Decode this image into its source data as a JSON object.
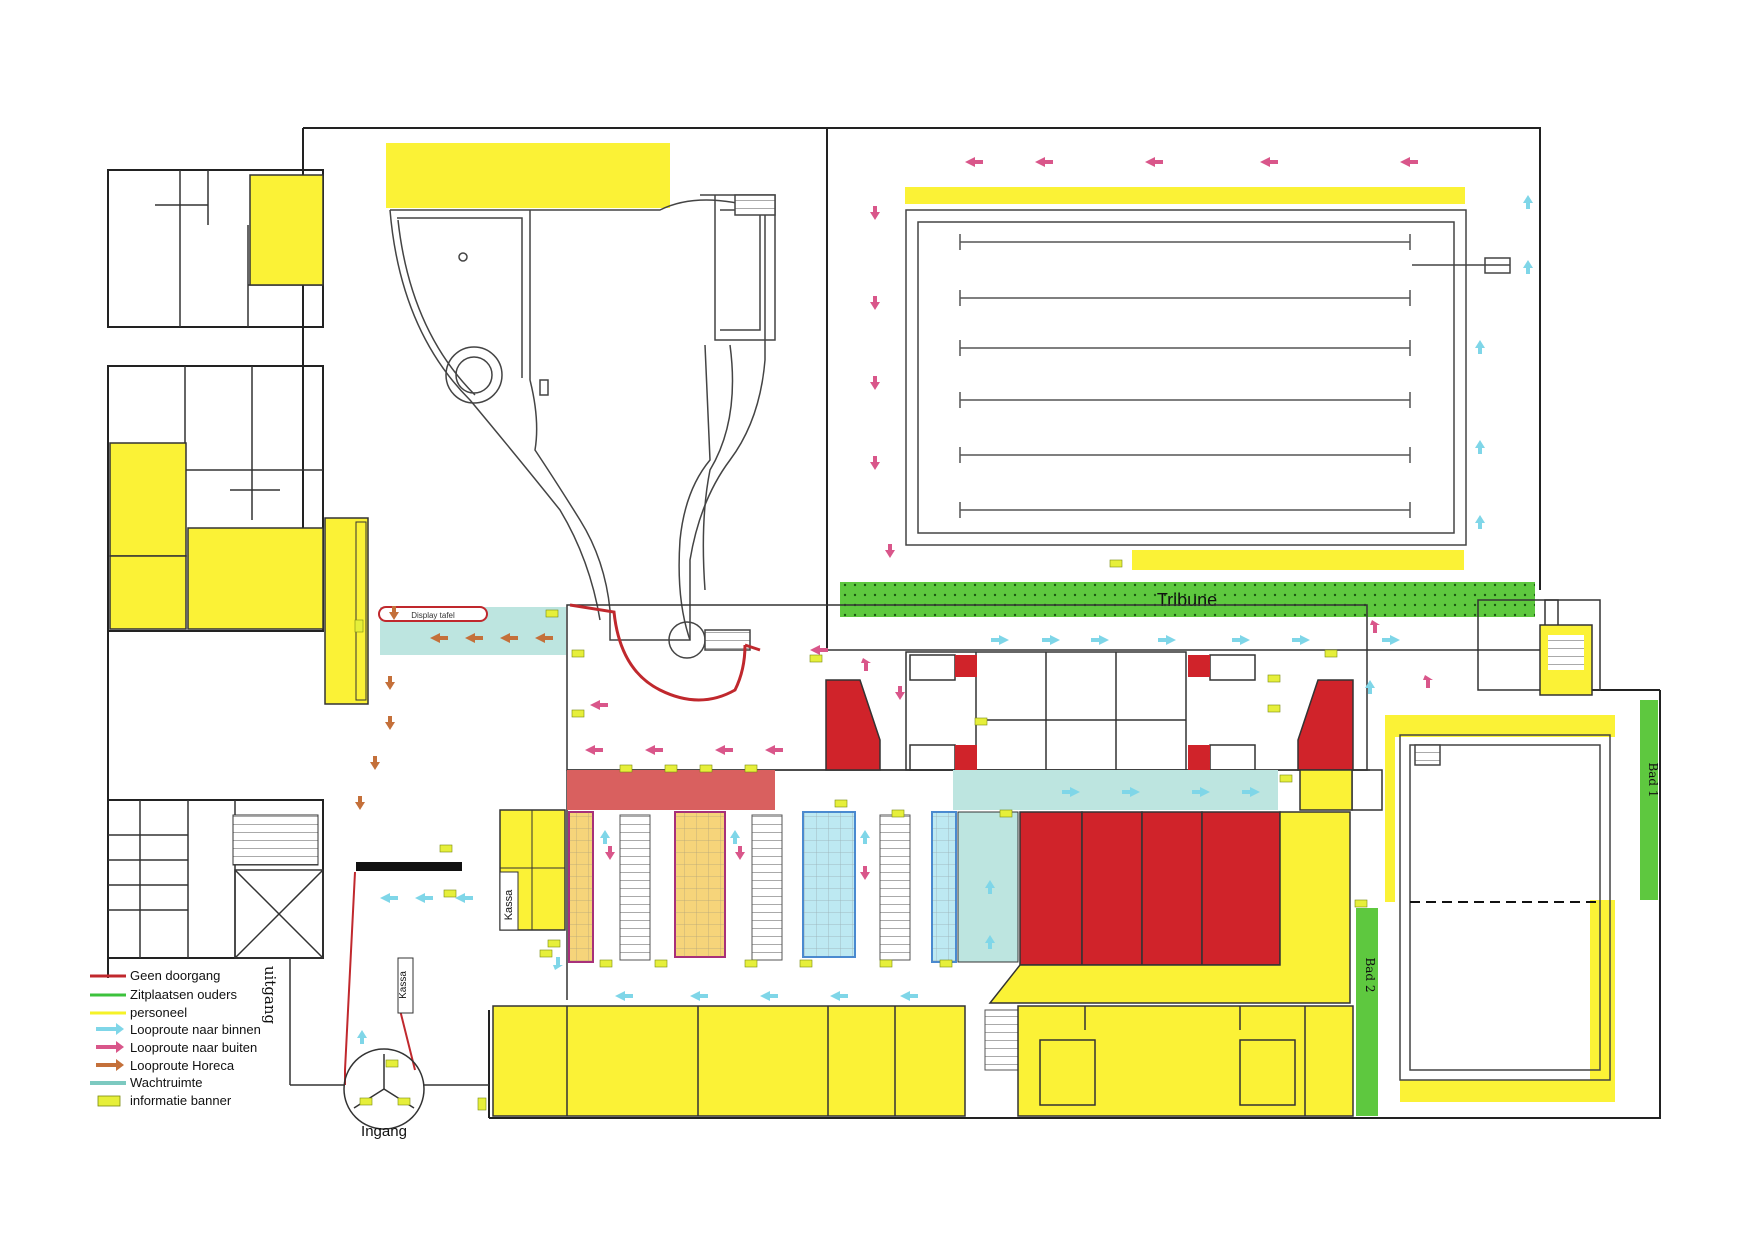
{
  "labels": {
    "display_table": "Display tafel",
    "tribune": "Tribune",
    "kassa_left": "Kassa",
    "kassa_right": "Kassa",
    "uitgang": "uitgang",
    "ingang": "Ingang",
    "bad1": "Bad 1",
    "bad2": "Bad 2"
  },
  "legend": {
    "items": [
      {
        "label": "Geen doorgang",
        "symbol": "line",
        "color": "#c0282d"
      },
      {
        "label": "Zitplaatsen ouders",
        "symbol": "line",
        "color": "#3cc23c"
      },
      {
        "label": "personeel",
        "symbol": "line",
        "color": "#f5f227"
      },
      {
        "label": "Looproute naar binnen",
        "symbol": "arrow",
        "color": "#7fd6e8"
      },
      {
        "label": "Looproute naar buiten",
        "symbol": "arrow",
        "color": "#d9568a"
      },
      {
        "label": "Looproute Horeca",
        "symbol": "arrow",
        "color": "#c4703a"
      },
      {
        "label": "Wachtruimte",
        "symbol": "line",
        "color": "#7cc9c0"
      },
      {
        "label": "informatie banner",
        "symbol": "banner",
        "color": "#e6ef3a"
      }
    ]
  },
  "colors": {
    "staff": "#fbf236",
    "blocked": "#d0232a",
    "blocked_light": "#d9605f",
    "waiting": "#bde5e0",
    "route_in": "#7fd6e8",
    "route_out": "#d9568a",
    "route_horeca": "#c4703a",
    "parents": "#5ec83f",
    "wall": "#222222"
  }
}
